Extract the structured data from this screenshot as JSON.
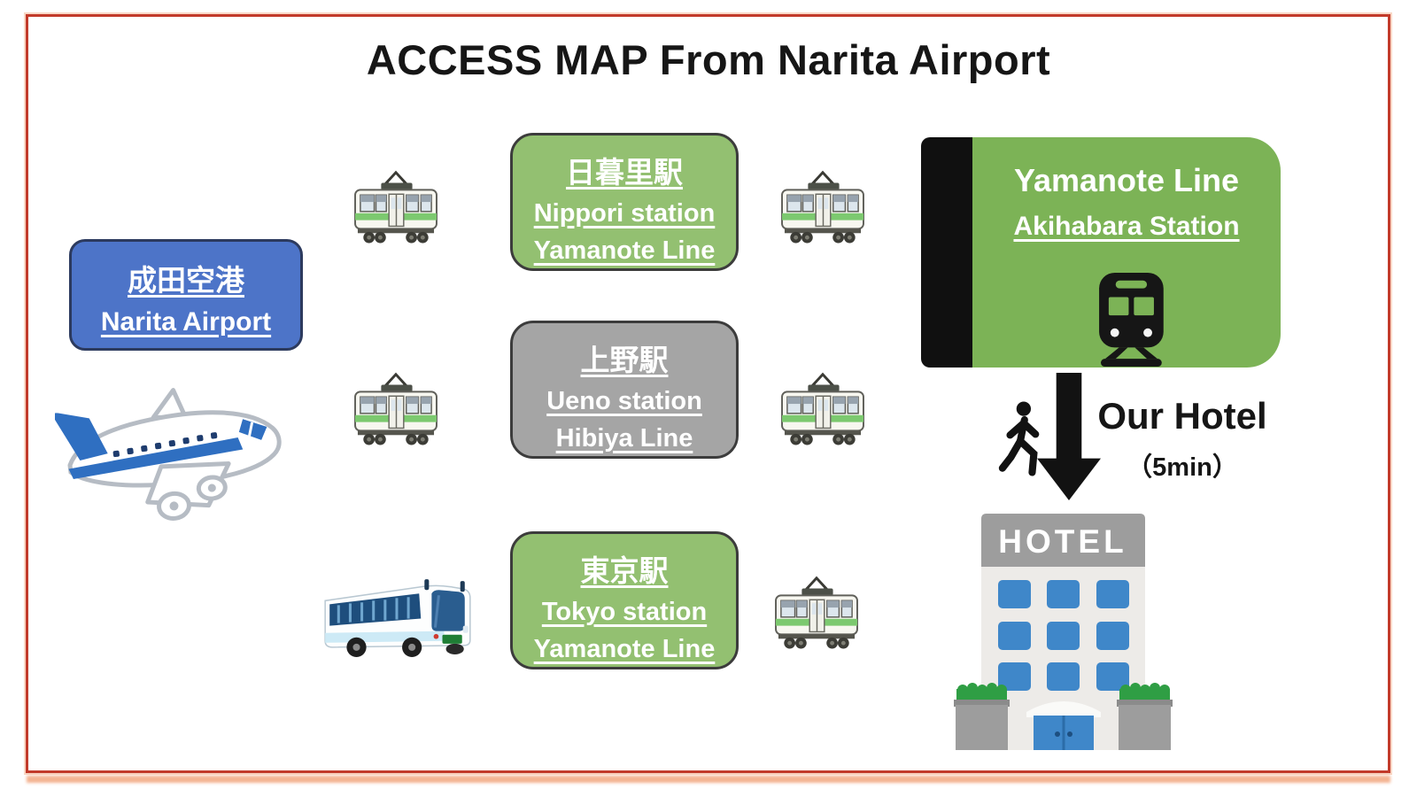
{
  "title": "ACCESS MAP From Narita Airport",
  "origin": {
    "name_jp": "成田空港",
    "name_en": "Narita Airport"
  },
  "stations": [
    {
      "name_jp": "日暮里駅",
      "name_en": "Nippori station",
      "line": "Yamanote Line"
    },
    {
      "name_jp": "上野駅",
      "name_en": "Ueno station",
      "line": "Hibiya Line"
    },
    {
      "name_jp": "東京駅",
      "name_en": "Tokyo station",
      "line": "Yamanote Line"
    }
  ],
  "destination": {
    "line": "Yamanote Line",
    "station": "Akihabara Station"
  },
  "walk": {
    "label": "Our Hotel",
    "duration": "（5min）"
  },
  "hotel_sign": "HOTEL",
  "icons": {
    "airplane": "airplane-icon",
    "bus": "bus-icon",
    "train_side": "train-side-icon",
    "train_front": "train-front-icon",
    "walker": "walking-person-icon",
    "arrow": "down-arrow-icon",
    "hotel": "hotel-building-icon"
  },
  "colors": {
    "frame_red": "#c23a2a",
    "origin_blue": "#4d74c8",
    "station_green": "#93c071",
    "station_gray": "#a5a5a5",
    "destination_green": "#7cb356",
    "text_white": "#ffffff",
    "title_black": "#161616",
    "hotel_window_blue": "#3f87c9"
  }
}
